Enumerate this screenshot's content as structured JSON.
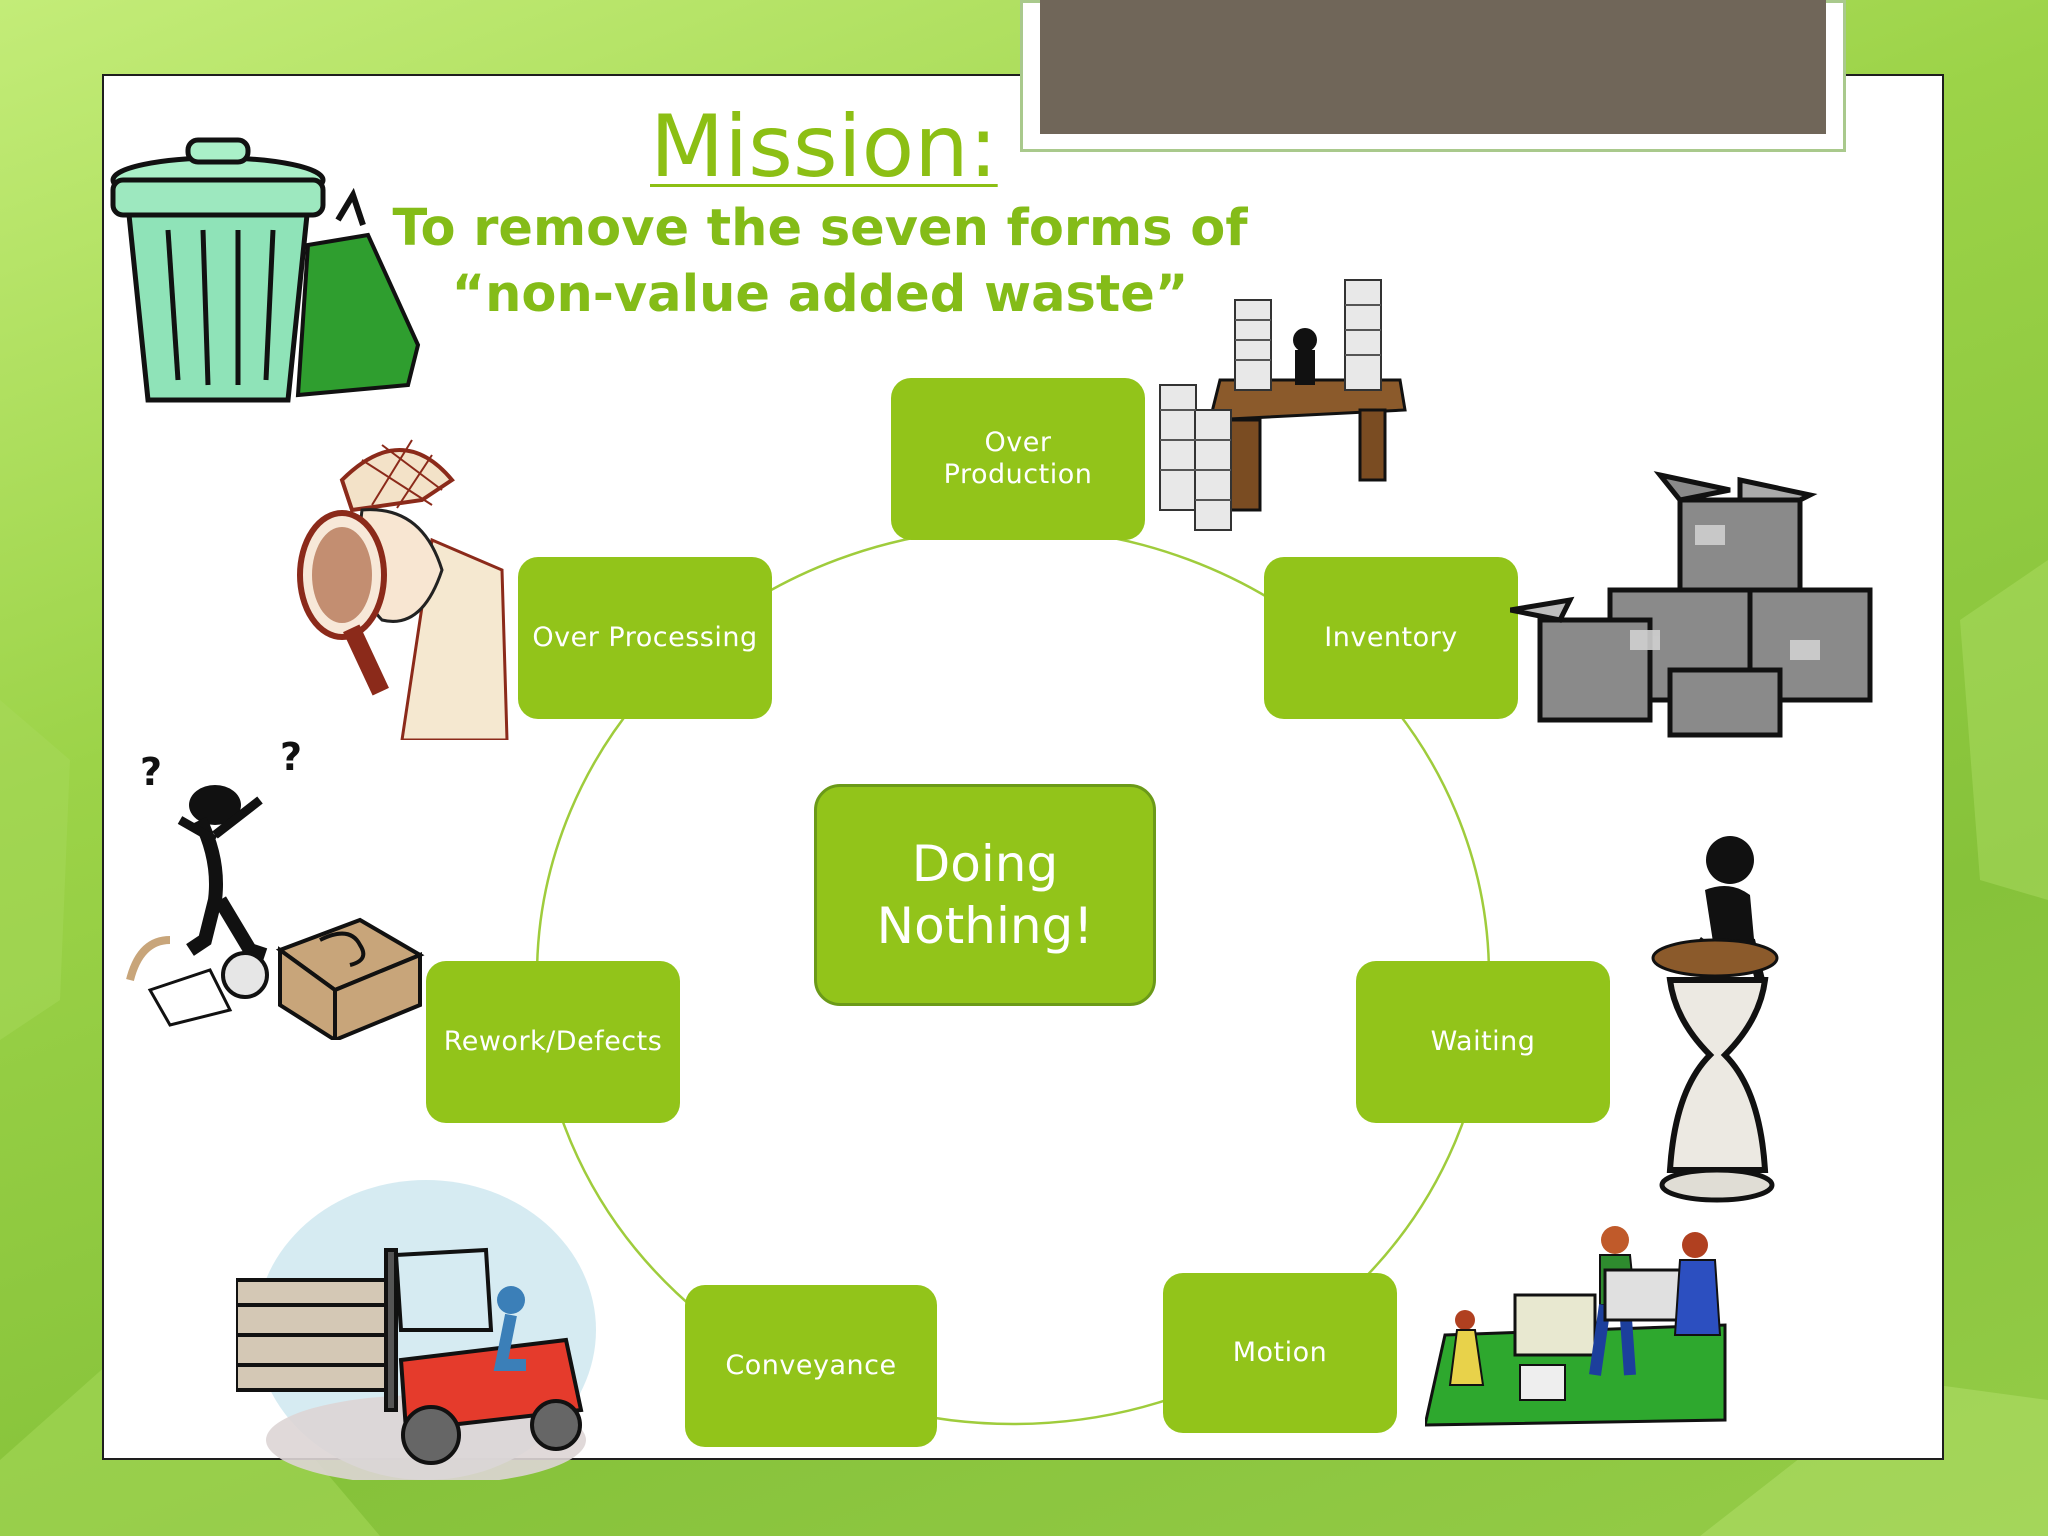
{
  "title": "Mission:",
  "subtitle_lines": [
    "To remove the seven forms of",
    "“non-value added waste”"
  ],
  "center": "Doing Nothing!",
  "wastes": {
    "over_production": "Over Production",
    "inventory": "Inventory",
    "waiting": "Waiting",
    "motion": "Motion",
    "conveyance": "Conveyance",
    "rework_defects": "Rework/Defects",
    "over_processing": "Over Processing"
  },
  "colors": {
    "accent": "#92c41a",
    "title_text": "#8cbf14",
    "title_bar": "#706659",
    "background": "#9cd348"
  },
  "illustrations": [
    "trash-can-icon",
    "paper-stacks-desk-icon",
    "detective-magnifier-icon",
    "cardboard-boxes-icon",
    "confused-figure-icon",
    "hourglass-waiting-icon",
    "forklift-icon",
    "movers-carrying-box-icon"
  ]
}
